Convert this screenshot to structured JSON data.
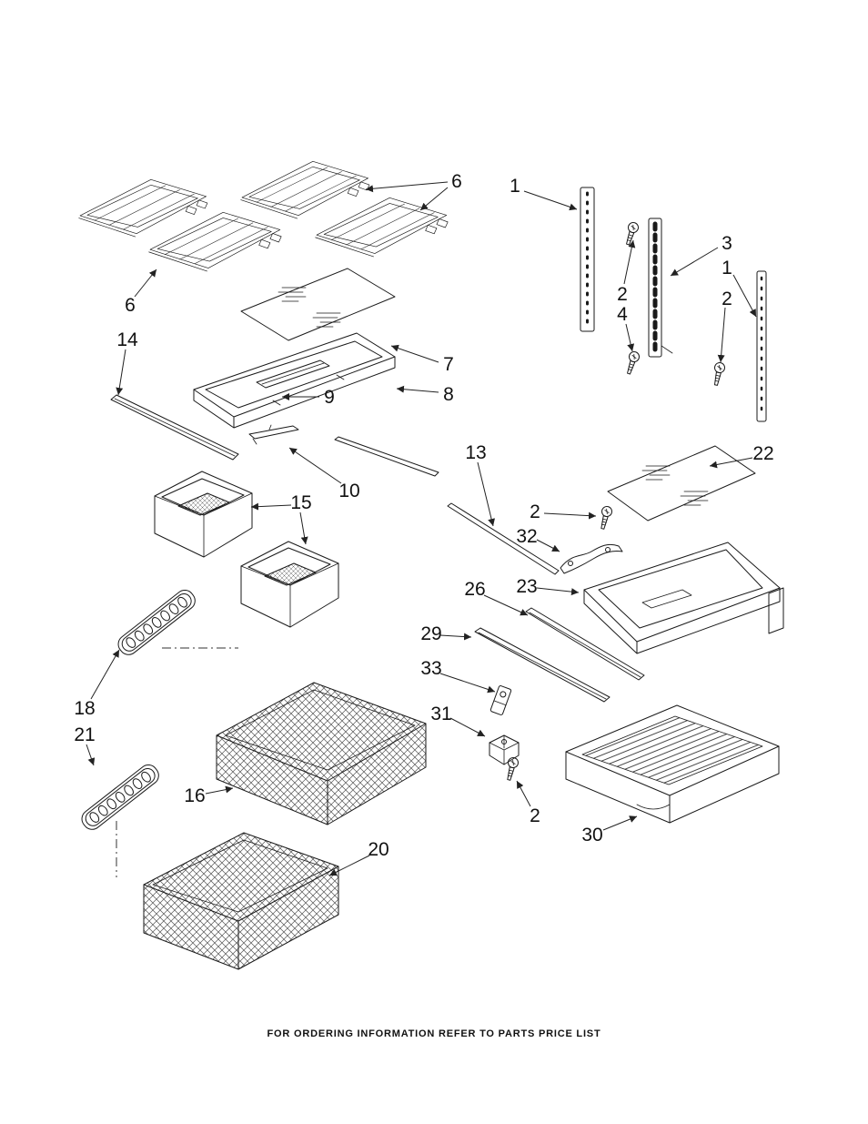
{
  "figure": {
    "footer_note": "FOR ORDERING INFORMATION REFER TO PARTS PRICE LIST",
    "background_color": "#ffffff",
    "line_color": "#1a1a1a"
  },
  "callouts": [
    {
      "label": "6"
    },
    {
      "label": "6"
    },
    {
      "label": "1"
    },
    {
      "label": "2"
    },
    {
      "label": "4"
    },
    {
      "label": "3"
    },
    {
      "label": "1"
    },
    {
      "label": "2"
    },
    {
      "label": "14"
    },
    {
      "label": "7"
    },
    {
      "label": "9"
    },
    {
      "label": "8"
    },
    {
      "label": "10"
    },
    {
      "label": "13"
    },
    {
      "label": "22"
    },
    {
      "label": "2"
    },
    {
      "label": "32"
    },
    {
      "label": "15"
    },
    {
      "label": "23"
    },
    {
      "label": "26"
    },
    {
      "label": "29"
    },
    {
      "label": "33"
    },
    {
      "label": "18"
    },
    {
      "label": "21"
    },
    {
      "label": "31"
    },
    {
      "label": "16"
    },
    {
      "label": "2"
    },
    {
      "label": "30"
    },
    {
      "label": "20"
    }
  ]
}
